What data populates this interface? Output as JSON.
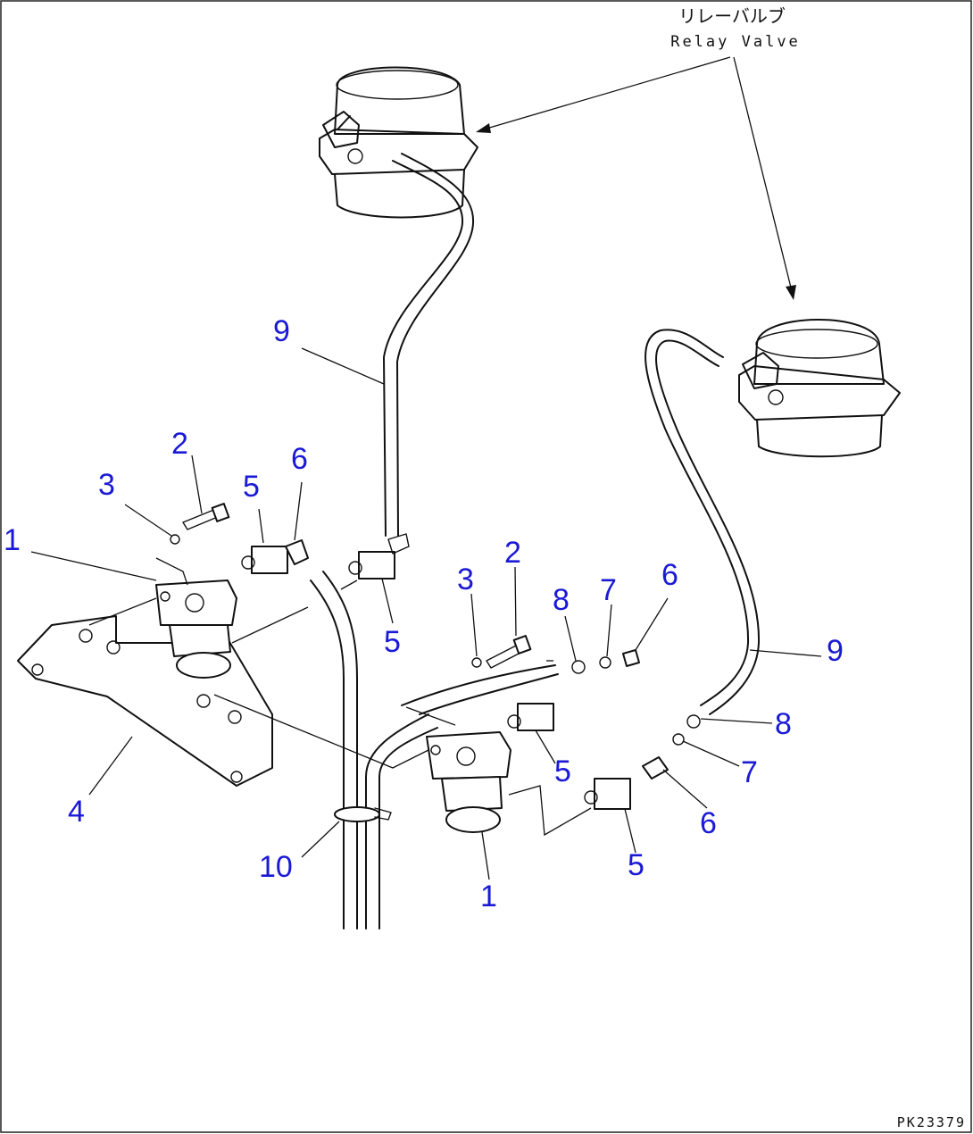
{
  "title_jp": "リレーバルブ",
  "title_en": "Relay Valve",
  "figure_code": "PK23379",
  "labels": [
    "1",
    "2",
    "3",
    "5",
    "6",
    "9",
    "5",
    "3",
    "2",
    "8",
    "7",
    "6",
    "9",
    "8",
    "7",
    "5",
    "6",
    "5",
    "4",
    "10",
    "1"
  ]
}
